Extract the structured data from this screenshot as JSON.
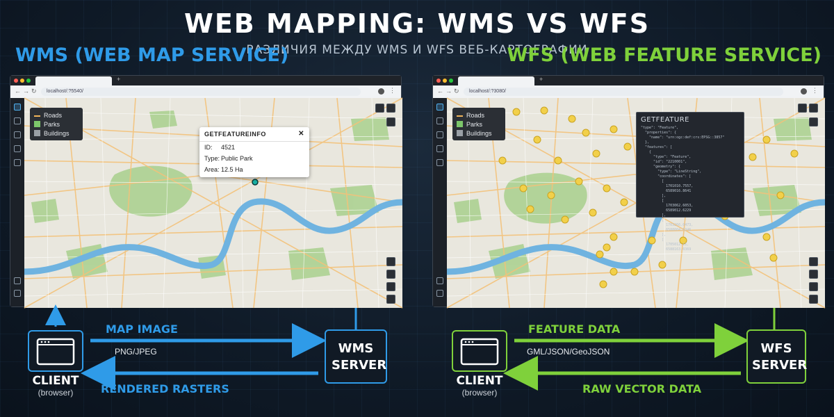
{
  "header": {
    "title": "Web Mapping: WMS vs WFS",
    "subtitle": "Различия между WMS и WFS веб-картографии"
  },
  "colors": {
    "wms": "#2f9be8",
    "wfs": "#7fd13b",
    "background": "#0f1a27"
  },
  "wms": {
    "heading": "WMS (Web Map Service)",
    "browser": {
      "address": "localhost/:?5540/"
    },
    "legend": [
      {
        "label": "Roads",
        "color": "#f0b45a"
      },
      {
        "label": "Parks",
        "color": "#7cc66a"
      },
      {
        "label": "Buildings",
        "color": "#9aa0a6"
      }
    ],
    "popup": {
      "title": "GetFeatureInfo",
      "close_icon": "close-icon",
      "fields": [
        {
          "key": "ID:",
          "value": "4521"
        },
        {
          "key": "Type:",
          "value": "Public Park"
        },
        {
          "key": "Area:",
          "value": "12.5 Ha"
        }
      ]
    },
    "client": {
      "label": "Client",
      "sublabel": "(browser)"
    },
    "server": {
      "label": "WMS Server"
    },
    "arrow_top": {
      "label": "Map Image",
      "sublabel": "PNG/JPEG"
    },
    "arrow_bottom": {
      "label": "Rendered Rasters"
    }
  },
  "wfs": {
    "heading": "WFS (Web Feature Service)",
    "browser": {
      "address": "localhost/:?3080/"
    },
    "legend": [
      {
        "label": "Roads",
        "color": "#f0b45a"
      },
      {
        "label": "Parks",
        "color": "#7cc66a"
      },
      {
        "label": "Buildings",
        "color": "#9aa0a6"
      }
    ],
    "codebox": {
      "title": "GetFeature",
      "code": "\"type\": \"Feature\",\n  \"properties\": {\n    \"name\": \"urn:ogc:def:crs:EPSG::3857\"\n  },\n  \"features\": [\n    {\n      \"type\": \"Feature\",\n      \"id\": \"2210001\",\n      \"geometry\": {\n        \"type\": \"LineString\",\n        \"coordinates\": [\n          [\n            1701010.7557,\n            6589016.8641\n          ],\n          [\n            1703062.6053,\n            6589012.6229\n          ],\n          [\n            1703266.0473,\n            6588004.0346\n          ],\n          [\n            1705012.11,\n            6588163.0369"
    },
    "client": {
      "label": "Client",
      "sublabel": "(browser)"
    },
    "server": {
      "label": "WFS Server"
    },
    "arrow_top": {
      "label": "Feature Data",
      "sublabel": "GML/JSON/GeoJSON"
    },
    "arrow_bottom": {
      "label": "Raw Vector Data"
    }
  }
}
